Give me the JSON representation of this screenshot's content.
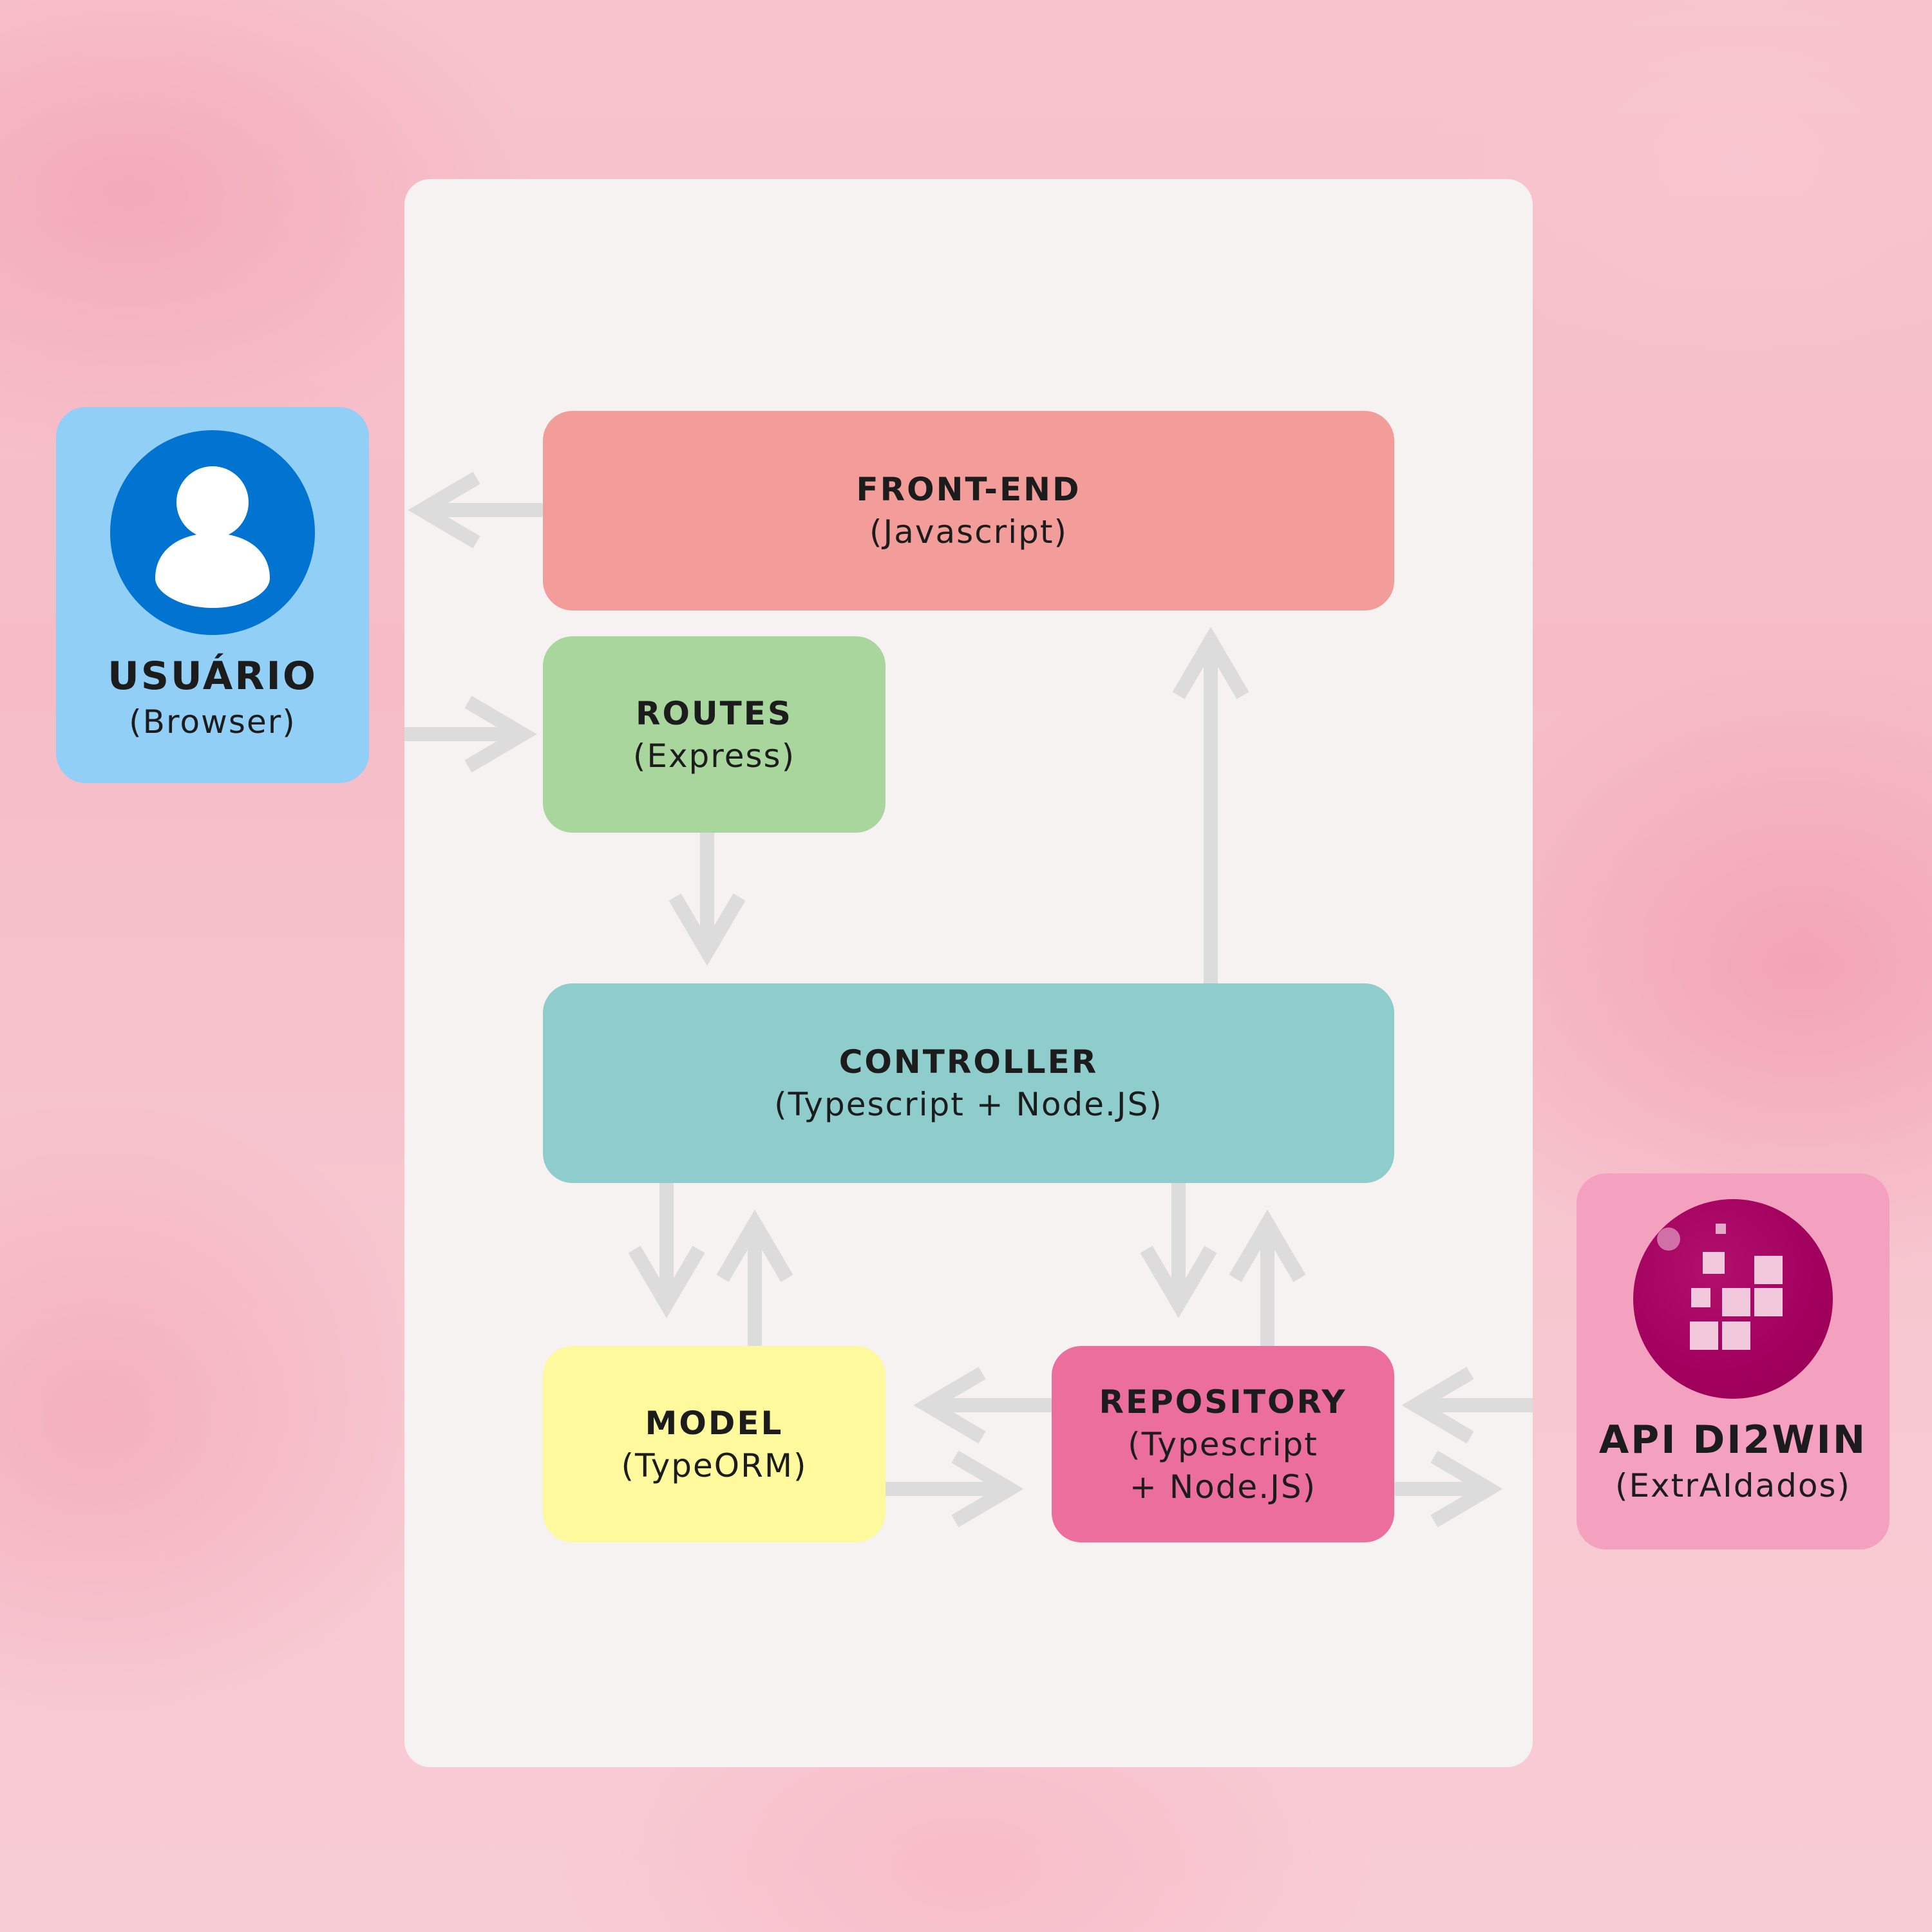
{
  "colors": {
    "frontend": "#f39d9b",
    "routes": "#a9d69d",
    "controller": "#8fcdcc",
    "model": "#fdf99c",
    "repository": "#ec6e9c",
    "usuario": "#92cff7",
    "api": "#f4a1bf",
    "arrow": "#dcdcdc",
    "panel": "#f6f2f1"
  },
  "nodes": {
    "usuario": {
      "title": "USUÁRIO",
      "subtitle": "(Browser)",
      "icon": "user-icon"
    },
    "frontend": {
      "title": "FRONT-END",
      "subtitle": "(Javascript)"
    },
    "routes": {
      "title": "ROUTES",
      "subtitle": "(Express)"
    },
    "controller": {
      "title": "CONTROLLER",
      "subtitle": "(Typescript + Node.JS)"
    },
    "model": {
      "title": "MODEL",
      "subtitle": "(TypeORM)"
    },
    "repository": {
      "title": "REPOSITORY",
      "subtitle_line1": "(Typescript",
      "subtitle_line2": "+ Node.JS)"
    },
    "api": {
      "title": "API DI2WIN",
      "subtitle": "(ExtrAIdados)",
      "icon": "di2win-logo-icon"
    }
  }
}
